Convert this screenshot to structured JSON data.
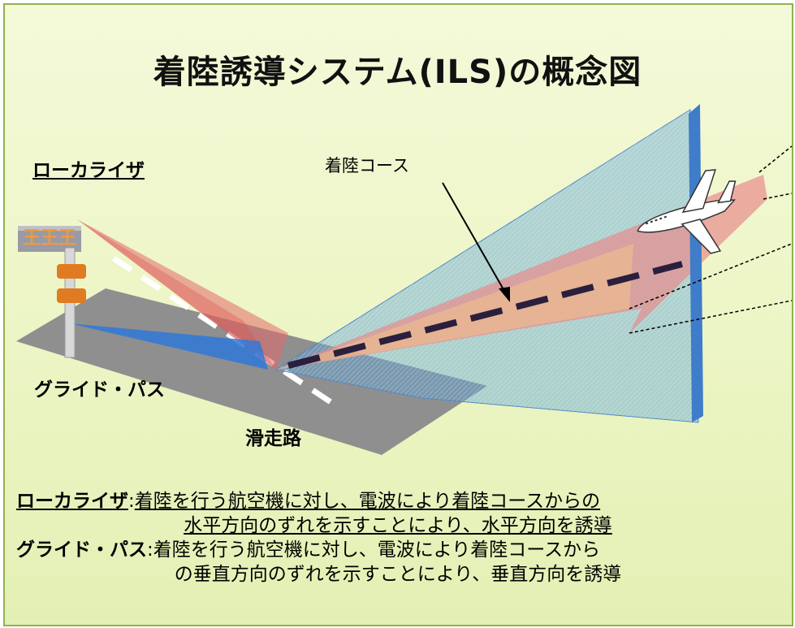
{
  "title": "着陸誘導システム(ILS)の概念図",
  "labels": {
    "localizer": "ローカライザ",
    "glide_path": "グライド・パス",
    "runway": "滑走路",
    "landing_course": "着陸コース"
  },
  "description": {
    "localizer_term": "ローカライザ",
    "localizer_sep": ":",
    "localizer_line1": "着陸を行う航空機に対し、電波により着陸コースからの",
    "localizer_line2": "水平方向のずれを示すことにより、水平方向を誘導",
    "glide_term": "グライド・パス",
    "glide_sep": ":",
    "glide_line1": "着陸を行う航空機に対し、電波により着陸コースから",
    "glide_line2": "の垂直方向のずれを示すことにより、垂直方向を誘導"
  },
  "colors": {
    "background": "#eef6c8",
    "border": "#8fb24f",
    "localizer_beam": "#e88b8b",
    "glide_beam": "#7fb7d6",
    "plane_wall": "#4f86c6",
    "course_line": "#2a1f3d",
    "runway": "#8f8f8f"
  }
}
